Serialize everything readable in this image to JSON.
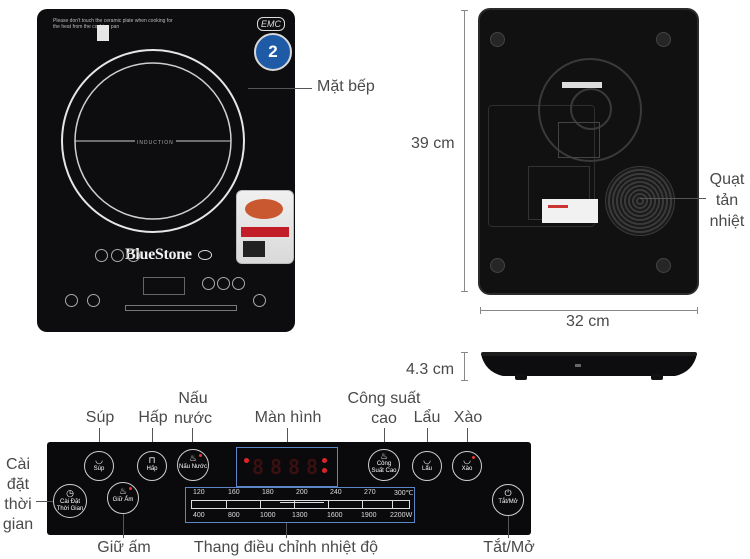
{
  "top_view": {
    "warning_text": "Please don't touch the ceramic plate when cooking for the heat from the cooking pan",
    "emc_badge": "EMC",
    "warranty_badge": "2",
    "induction_text": "INDUCTION",
    "brand": "BlueStone"
  },
  "labels": {
    "surface": "Mặt bếp",
    "fan": [
      "Quạt",
      "tản",
      "nhiệt"
    ],
    "height": "39 cm",
    "width": "32 cm",
    "thickness": "4.3 cm"
  },
  "control_labels": {
    "soup": "Súp",
    "steam": "Hấp",
    "boil_water": [
      "Nấu",
      "nước"
    ],
    "display": "Màn hình",
    "high_power": [
      "Công suất",
      "cao"
    ],
    "hotpot": "Lẩu",
    "stir_fry": "Xào",
    "timer": [
      "Cài",
      "đặt",
      "thời",
      "gian"
    ],
    "keep_warm": "Giữ ấm",
    "temp_slider": "Thang điều chỉnh nhiệt độ",
    "power_toggle": "Tắt/Mở"
  },
  "panel_buttons": {
    "soup": "Súp",
    "steam": "Hấp",
    "boil_water": "Nấu Nước",
    "high_power": [
      "Công",
      "Suất Cao"
    ],
    "hotpot": "Lẩu",
    "stir_fry": "Xào",
    "timer": [
      "Cài Đặt",
      "Thời Gian"
    ],
    "keep_warm": "Giữ Ấm",
    "power_toggle": "Tắt/Mở"
  },
  "display": {
    "digits": [
      "8",
      "8",
      "8",
      "8"
    ]
  },
  "temp_scale": [
    "120",
    "160",
    "180",
    "200",
    "240",
    "270",
    "300℃"
  ],
  "power_scale": [
    "400",
    "800",
    "1000",
    "1300",
    "1600",
    "1900",
    "2200W"
  ],
  "colors": {
    "highlight": "#5d86c8",
    "led": "#e0232a",
    "body": "#0d0d0f"
  }
}
